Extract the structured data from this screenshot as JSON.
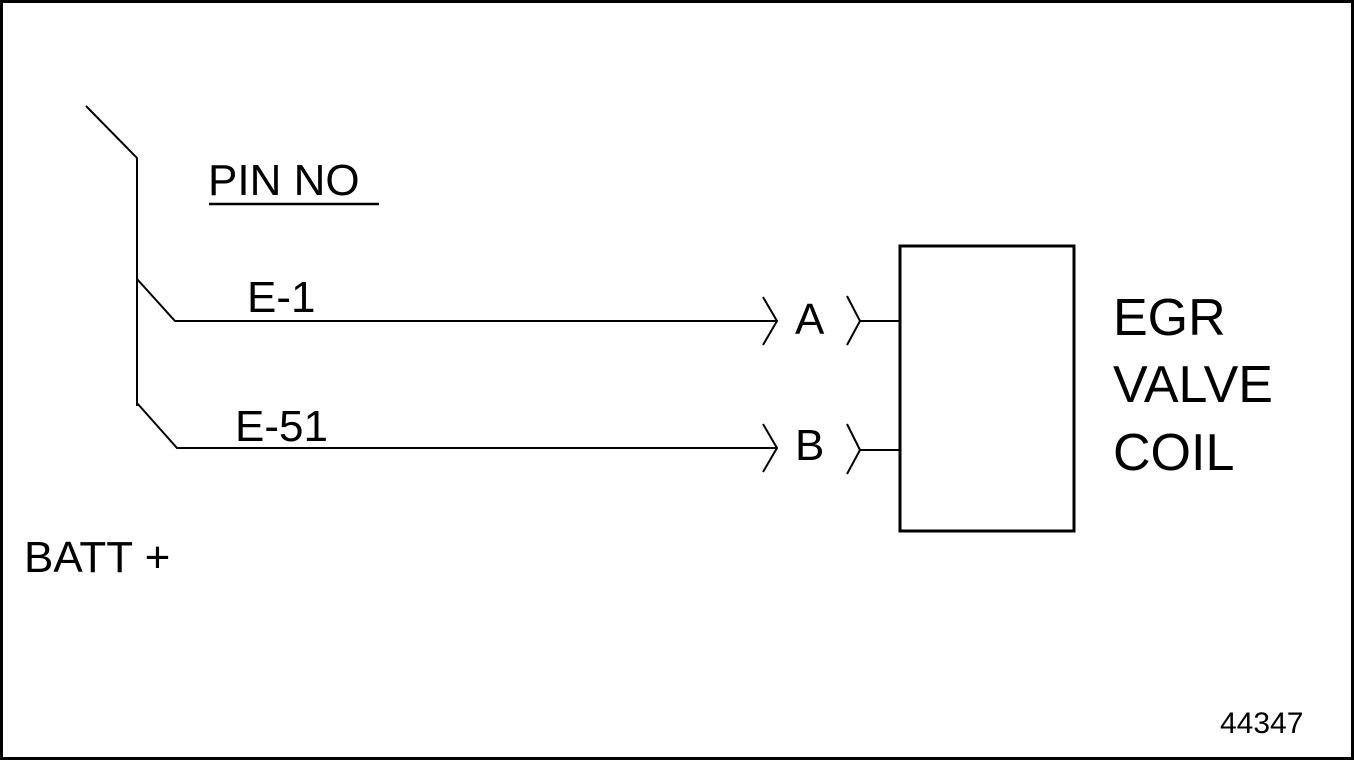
{
  "diagram": {
    "header_label": "PIN NO",
    "supply_label": "BATT +",
    "wires": [
      {
        "circuit": "E-1",
        "pin": "A"
      },
      {
        "circuit": "E-51",
        "pin": "B"
      }
    ],
    "component": {
      "lines": [
        "EGR",
        "VALVE",
        "COIL"
      ]
    },
    "figure_number": "44347"
  }
}
